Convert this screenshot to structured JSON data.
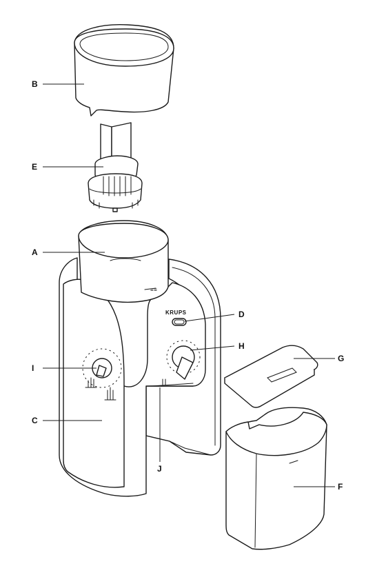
{
  "brand": "KRUPS",
  "labels": {
    "A": "A",
    "B": "B",
    "C": "C",
    "D": "D",
    "E": "E",
    "F": "F",
    "G": "G",
    "H": "H",
    "I": "I",
    "J": "J"
  }
}
